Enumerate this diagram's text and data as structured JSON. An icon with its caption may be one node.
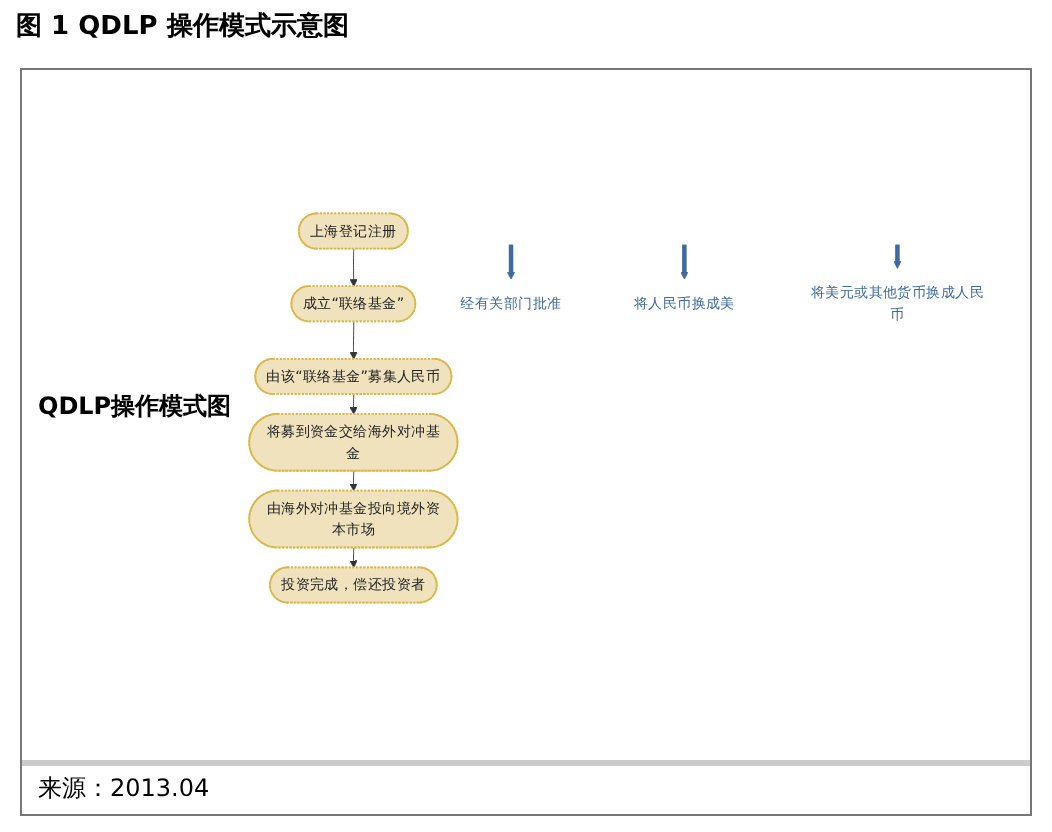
{
  "diagram": {
    "title": "图 1 QDLP 操作模式示意图",
    "nodes": [
      {
        "text": [
          "上海登记注册"
        ]
      },
      {
        "text": [
          "成立“联络基金”"
        ]
      },
      {
        "text": [
          "由该“联络基金”募集人民币"
        ]
      },
      {
        "text": [
          "将募到资金交给海外对冲基金"
        ]
      },
      {
        "text": [
          "由海外对冲基金投向境外资本市场"
        ]
      },
      {
        "text": [
          "投资完成，偿还投资者"
        ]
      },
      {
        "text": [
          "经有关部门批准"
        ]
      },
      {
        "text": [
          "将人民币换成美"
        ]
      },
      {
        "text": [
          "将美元或其他货币换成人民币"
        ]
      }
    ],
    "edges": [
      {
        "from": 0,
        "to": 1,
        "arrow": "to"
      },
      {
        "from": 1,
        "to": 2,
        "arrow": "to"
      },
      {
        "from": 2,
        "to": 3,
        "arrow": "to"
      },
      {
        "from": 3,
        "to": 4,
        "arrow": "to"
      },
      {
        "from": 4,
        "to": 5,
        "arrow": "to"
      },
      {
        "from": null,
        "to": 6,
        "arrow": "to",
        "style": "thick",
        "color": "#3e6aa0"
      },
      {
        "from": null,
        "to": 7,
        "arrow": "to",
        "style": "thick",
        "color": "#3e6aa0"
      },
      {
        "from": null,
        "to": 8,
        "arrow": "to",
        "style": "thick",
        "color": "#3e6aa0"
      }
    ],
    "labels": [
      "QDLP操作模式图",
      "来源：2013.04"
    ]
  }
}
